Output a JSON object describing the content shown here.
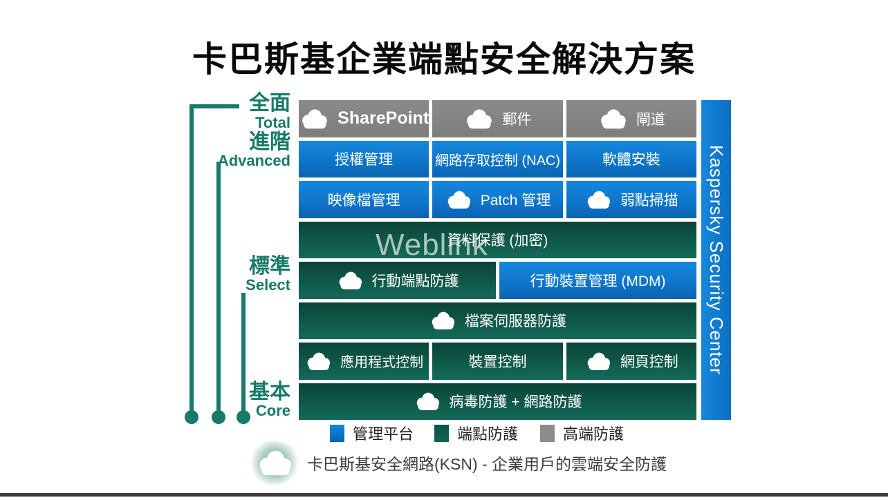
{
  "title": "卡巴斯基企業端點安全解決方案",
  "watermark": "Weblink",
  "tiers": [
    {
      "zh": "全面",
      "en": "Total"
    },
    {
      "zh": "進階",
      "en": "Advanced"
    },
    {
      "zh": "標準",
      "en": "Select"
    },
    {
      "zh": "基本",
      "en": "Core"
    }
  ],
  "boxes": {
    "sharepoint": "SharePoint",
    "mail": "郵件",
    "gateway": "閘道",
    "license": "授權管理",
    "nac": "網路存取控制 (NAC)",
    "software_install": "軟體安裝",
    "image_mgmt": "映像檔管理",
    "patch": "Patch 管理",
    "vuln_scan": "弱點掃描",
    "data_protection": "資料保護 (加密)",
    "mobile_endpoint": "行動端點防護",
    "mdm": "行動裝置管理 (MDM)",
    "file_server": "檔案伺服器防護",
    "app_control": "應用程式控制",
    "device_control": "裝置控制",
    "web_control": "網頁控制",
    "antivirus": "病毒防護 + 網路防護"
  },
  "right_bar": {
    "label": "Kaspersky Security Center"
  },
  "legend": {
    "items": [
      {
        "label": "管理平台",
        "color": "#0e76cb"
      },
      {
        "label": "端點防護",
        "color": "#0e5c4c"
      },
      {
        "label": "高端防護",
        "color": "#8d8d8d"
      }
    ]
  },
  "ksn": {
    "label": "卡巴斯基安全網路(KSN) - 企業用戶的雲端安全防護"
  },
  "colors": {
    "teal_accent": "#187a68",
    "blue_box": "#0e76cb",
    "green_box": "#0f5a49",
    "gray_box": "#818181"
  }
}
